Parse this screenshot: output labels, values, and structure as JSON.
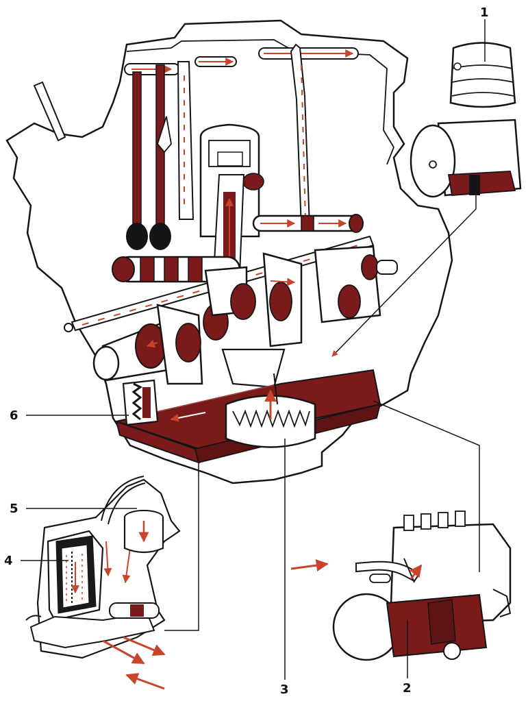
{
  "labels": {
    "compressor": "1",
    "injection_pump": "2",
    "oil_pump": "3",
    "oil_filter": "4",
    "oil_cooler": "5",
    "pressure_relief_valve": "6"
  },
  "colors": {
    "line": "#151515",
    "oil": "#7a1a1a",
    "oil_light": "#a63a3a",
    "arrow": "#c8452c",
    "background": "#ffffff"
  }
}
